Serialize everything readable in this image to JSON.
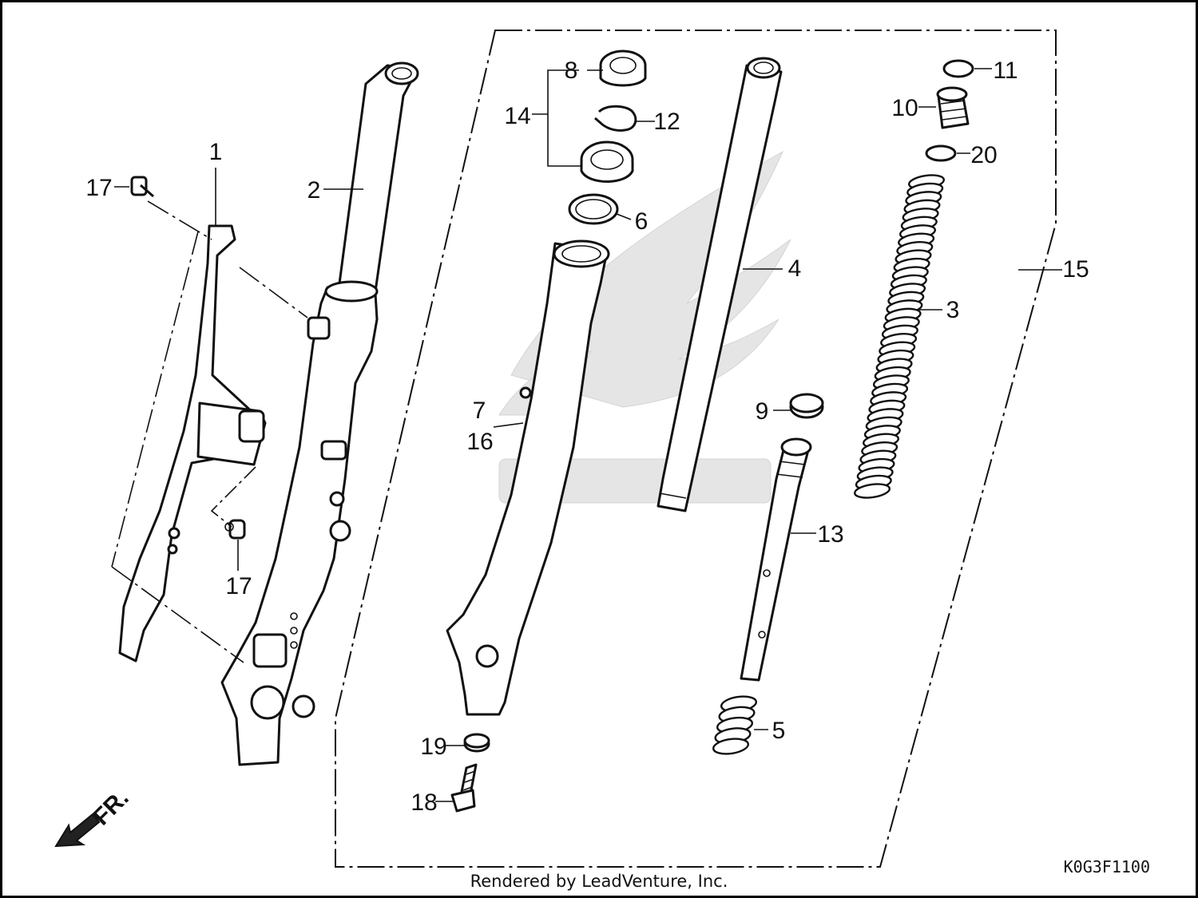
{
  "diagram": {
    "callouts": {
      "c1": "1",
      "c2": "2",
      "c3": "3",
      "c4": "4",
      "c5": "5",
      "c6": "6",
      "c7": "7",
      "c8": "8",
      "c9": "9",
      "c10": "10",
      "c11": "11",
      "c12": "12",
      "c13": "13",
      "c14": "14",
      "c15": "15",
      "c16": "16",
      "c17a": "17",
      "c17b": "17",
      "c18": "18",
      "c19": "19",
      "c20": "20"
    },
    "diagram_code": "K0G3F1100",
    "direction_label": "FR.",
    "watermark_icon": "honda-wing-logo-icon",
    "direction_icon": "front-arrow-icon",
    "footer": "Rendered by LeadVenture, Inc."
  }
}
